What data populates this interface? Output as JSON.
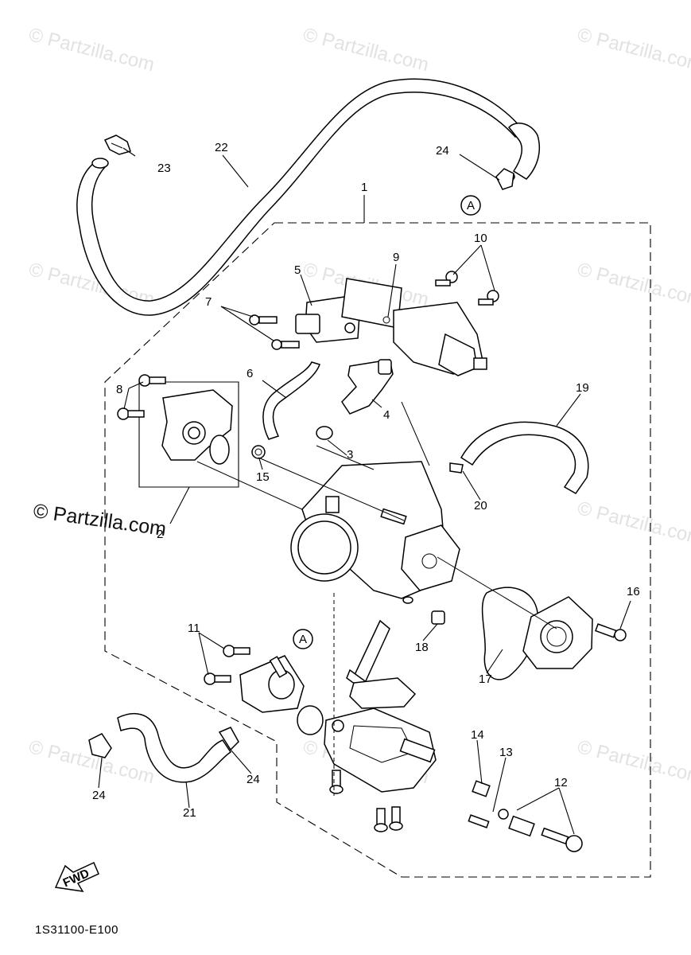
{
  "watermark": "© Partzilla.com",
  "credit": "© Partzilla.com",
  "diagram_code": "1S31100-E100",
  "fwd_label": "FWD",
  "ref_label": "A",
  "callouts": {
    "c1": "1",
    "c2": "2",
    "c3": "3",
    "c4": "4",
    "c5": "5",
    "c6": "6",
    "c7": "7",
    "c8": "8",
    "c9": "9",
    "c10": "10",
    "c11": "11",
    "c12": "12",
    "c13": "13",
    "c14": "14",
    "c15": "15",
    "c16": "16",
    "c17": "17",
    "c18": "18",
    "c19": "19",
    "c20": "20",
    "c21": "21",
    "c22": "22",
    "c23": "23",
    "c24a": "24",
    "c24b": "24",
    "c24c": "24"
  }
}
